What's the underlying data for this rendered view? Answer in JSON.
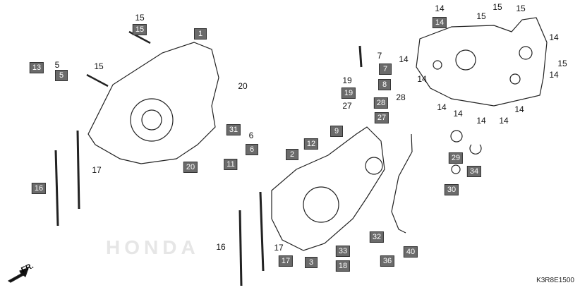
{
  "diagram": {
    "code": "K3R8E1500",
    "front_indicator": "FR.",
    "watermark": "HONDA",
    "boxed_labels": [
      "15",
      "1",
      "13",
      "5",
      "16",
      "20",
      "11",
      "31",
      "6",
      "2",
      "12",
      "9",
      "7",
      "8",
      "19",
      "28",
      "27",
      "14",
      "29",
      "34",
      "30",
      "32",
      "36",
      "40",
      "33",
      "18",
      "3",
      "17"
    ],
    "plain_labels": [
      "5",
      "15",
      "20",
      "17",
      "6",
      "16",
      "17",
      "7",
      "27",
      "14",
      "14",
      "14",
      "14",
      "14",
      "14",
      "14",
      "14",
      "14",
      "14",
      "15",
      "15",
      "15",
      "15",
      "15",
      "28",
      "19"
    ]
  }
}
